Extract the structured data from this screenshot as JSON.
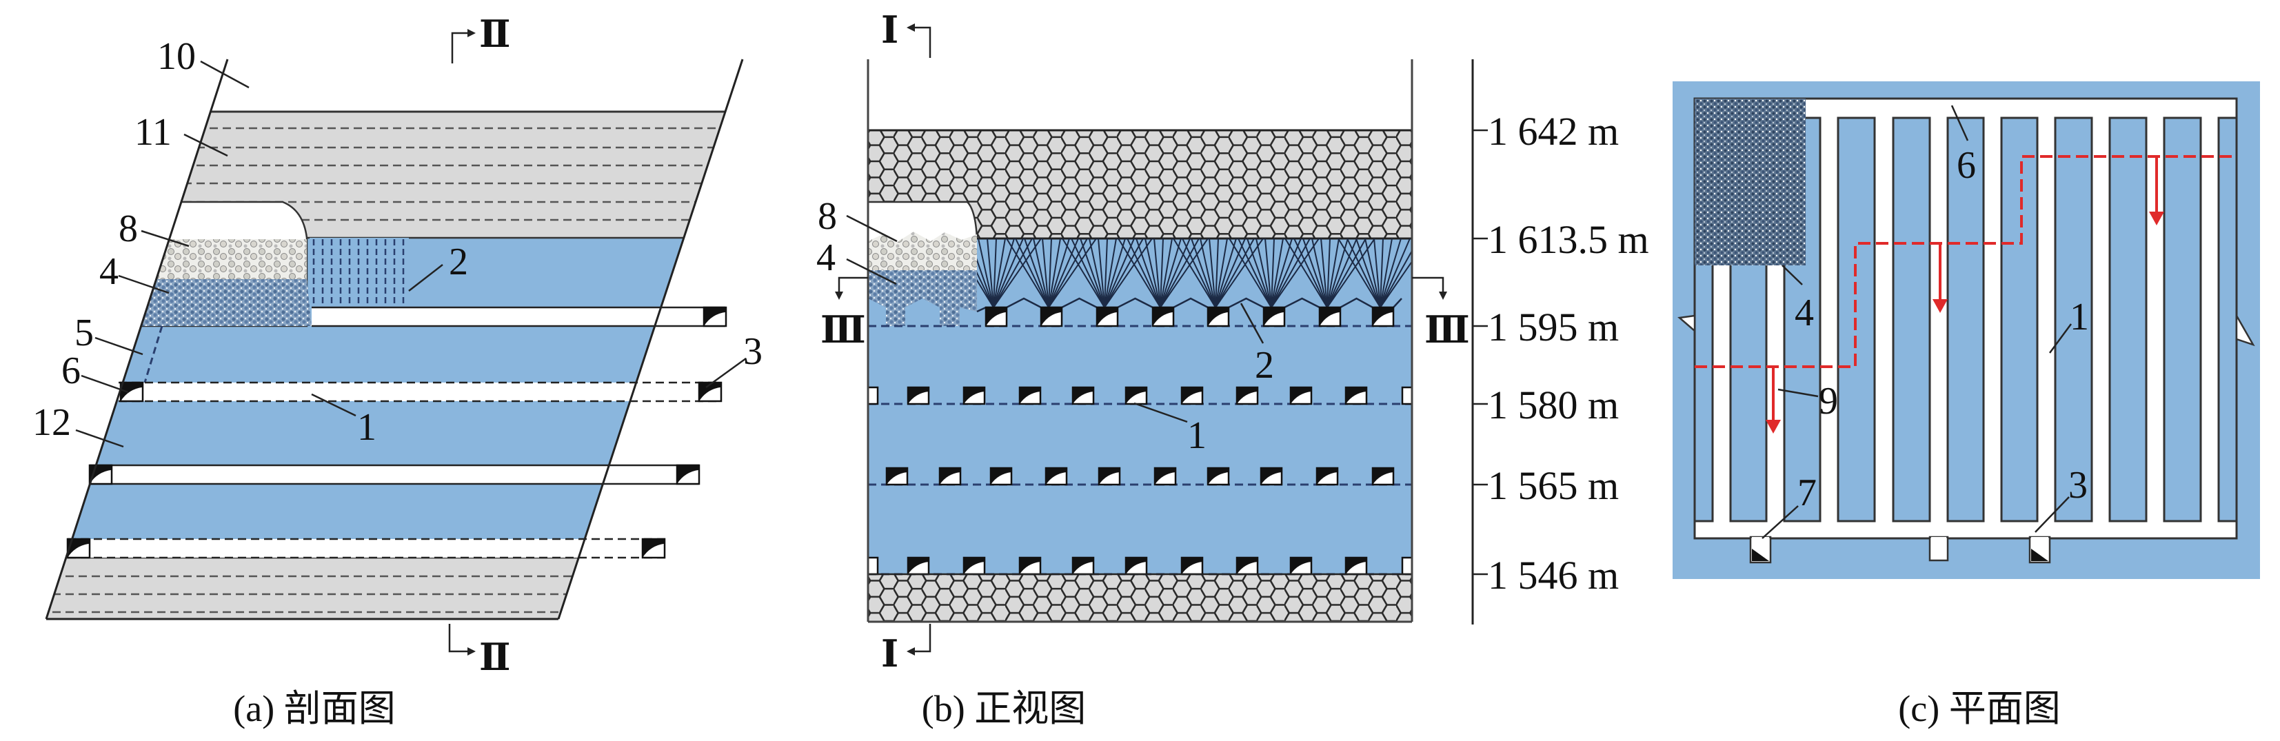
{
  "colors": {
    "ore_blue": "#8ab6dd",
    "rock_grey": "#d9d9d9",
    "line_dark": "#222222",
    "dash_blue": "#2a3f6e",
    "flow_red": "#e02a2a"
  },
  "panel_a": {
    "caption": "(a) 剖面图",
    "section_top": "Ⅱ",
    "section_bottom": "Ⅱ",
    "labels": {
      "n10": "10",
      "n11": "11",
      "n8": "8",
      "n4": "4",
      "n5": "5",
      "n6": "6",
      "n12": "12",
      "n2": "2",
      "n1": "1",
      "n3": "3"
    }
  },
  "panel_b": {
    "caption": "(b) 正视图",
    "section_I_top": "I",
    "section_I_bottom": "I",
    "section_III_left": "Ⅲ",
    "section_III_right": "Ⅲ",
    "labels": {
      "n8": "8",
      "n4": "4",
      "n2": "2",
      "n1": "1"
    },
    "elevations": [
      "1 642 m",
      "1 613.5 m",
      "1 595 m",
      "1 580 m",
      "1 565 m",
      "1 546 m"
    ]
  },
  "panel_c": {
    "caption": "(c) 平面图",
    "labels": {
      "n6": "6",
      "n4": "4",
      "n1": "1",
      "n9": "9",
      "n7": "7",
      "n3": "3"
    }
  }
}
